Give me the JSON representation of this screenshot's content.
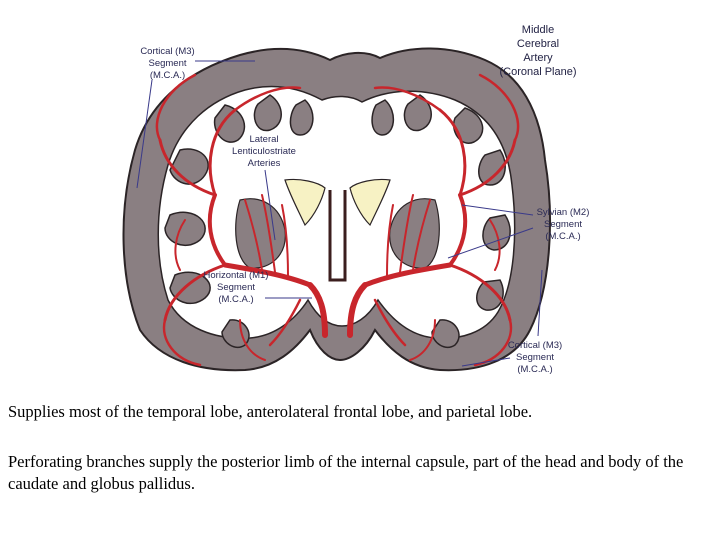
{
  "diagram": {
    "title_lines": [
      "Middle",
      "Cerebral",
      "Artery",
      "(Coronal Plane)"
    ],
    "labels": {
      "cortical_top": [
        "Cortical (M3)",
        "Segment",
        "(M.C.A.)"
      ],
      "lenticulostriate": [
        "Lateral",
        "Lenticulostriate",
        "Arteries"
      ],
      "sylvian": [
        "Sylvian (M2)",
        "Segment",
        "(M.C.A.)"
      ],
      "horizontal": [
        "Horizontal (M1)",
        "Segment",
        "(M.C.A.)"
      ],
      "cortical_bottom": [
        "Cortical (M3)",
        "Segment",
        "(M.C.A.)"
      ]
    },
    "colors": {
      "gray_matter": "#8a7f82",
      "white_matter": "#ffffff",
      "artery": "#c8262c",
      "ventricle": "#f7f2c4",
      "leader_line": "#3a3a8a"
    }
  },
  "captions": {
    "line1": "Supplies most of the temporal lobe, anterolateral frontal lobe, and parietal lobe.",
    "line2": "Perforating branches supply the posterior limb of the internal capsule, part of the head and body of the caudate and globus pallidus."
  }
}
